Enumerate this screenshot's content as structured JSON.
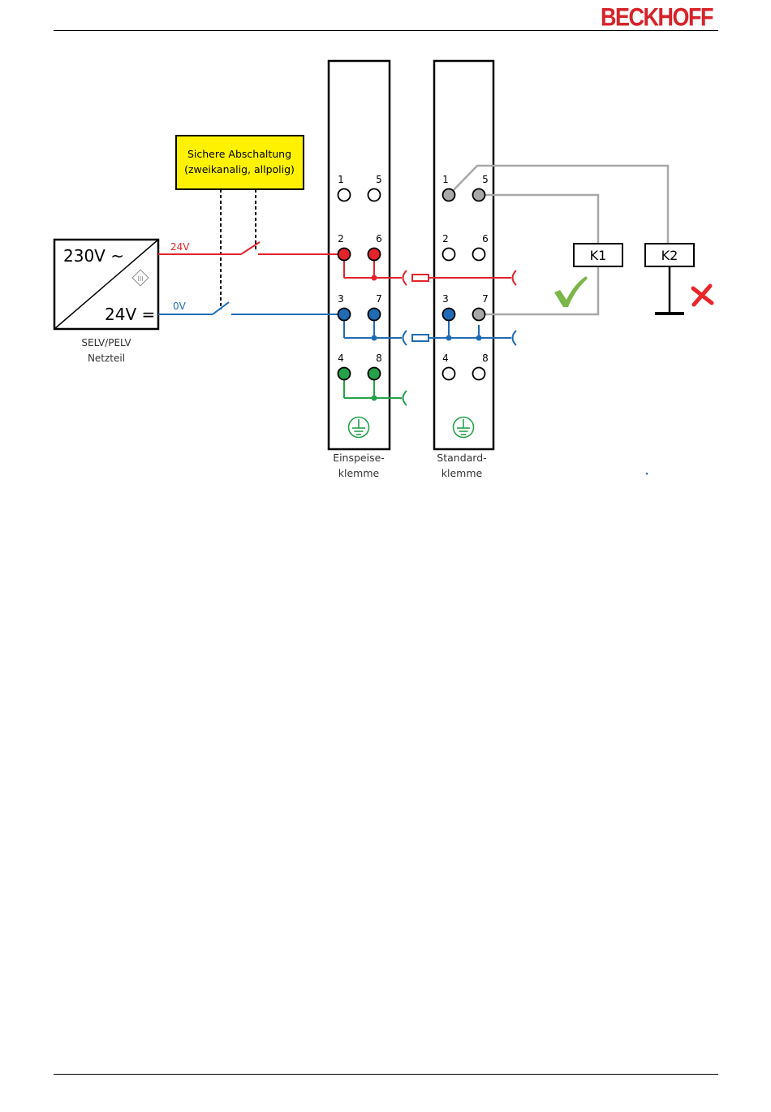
{
  "header": {
    "logo_text": "BECKHOFF"
  },
  "power_supply": {
    "input_label": "230V ~",
    "output_label": "24V =",
    "caption_line1": "SELV/PELV",
    "caption_line2": "Netzteil",
    "class_symbol": "III"
  },
  "safety_box": {
    "line1": "Sichere Abschaltung",
    "line2": "(zweikanalig, allpolig)"
  },
  "wires": {
    "plus_label": "24V",
    "zero_label": "0V"
  },
  "terminal_feed": {
    "caption_line1": "Einspeise-",
    "caption_line2": "klemme",
    "pins": [
      "1",
      "5",
      "2",
      "6",
      "3",
      "7",
      "4",
      "8"
    ]
  },
  "terminal_standard": {
    "caption_line1": "Standard-",
    "caption_line2": "klemme",
    "pins": [
      "1",
      "5",
      "2",
      "6",
      "3",
      "7",
      "4",
      "8"
    ]
  },
  "relays": {
    "k1": "K1",
    "k2": "K2"
  },
  "colors": {
    "red": "#e3242b",
    "blue": "#1f6cb5",
    "green": "#25a24a",
    "grey": "#a8a8a8",
    "yellow": "#fff200",
    "logo": "#d6232a",
    "check": "#7ab648",
    "cross": "#e8262c"
  },
  "icons": {
    "ok": "check-icon",
    "fail": "cross-icon",
    "ground": "ground-icon"
  }
}
